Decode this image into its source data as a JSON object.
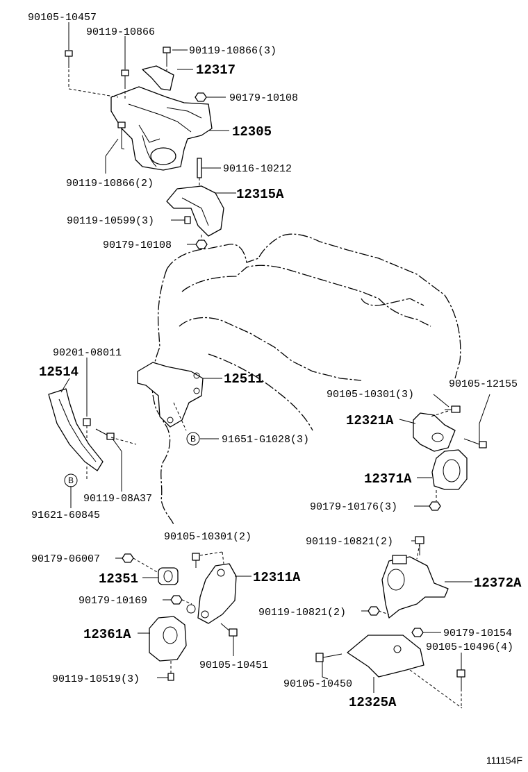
{
  "labels": {
    "p90105_10457": "90105-10457",
    "p90119_10866": "90119-10866",
    "p90119_10866_3": "90119-10866(3)",
    "p12317": "12317",
    "p90179_10108_a": "90179-10108",
    "p12305": "12305",
    "p90116_10212": "90116-10212",
    "p90119_10866_2": "90119-10866(2)",
    "p12315A": "12315A",
    "p90119_10599_3": "90119-10599(3)",
    "p90179_10108_b": "90179-10108",
    "p90201_08011": "90201-08011",
    "p12514": "12514",
    "p12511": "12511",
    "p91651_G1028_3": "91651-G1028(3)",
    "p90119_08A37": "90119-08A37",
    "p91621_60845": "91621-60845",
    "p90105_10301_3": "90105-10301(3)",
    "p90105_12155": "90105-12155",
    "p12321A": "12321A",
    "p12371A": "12371A",
    "p90179_10176_3": "90179-10176(3)",
    "p90105_10301_2": "90105-10301(2)",
    "p90119_10821_2a": "90119-10821(2)",
    "p90179_06007": "90179-06007",
    "p12351": "12351",
    "p12311A": "12311A",
    "p12372A": "12372A",
    "p90179_10169": "90179-10169",
    "p90119_10821_2b": "90119-10821(2)",
    "p12361A": "12361A",
    "p90179_10154": "90179-10154",
    "p90105_10451": "90105-10451",
    "p90105_10496_4": "90105-10496(4)",
    "p90119_10519_3": "90119-10519(3)",
    "p90105_10450": "90105-10450",
    "p12325A": "12325A"
  },
  "markers": {
    "b1": "B",
    "b2": "B"
  },
  "figure_id": "111154F"
}
